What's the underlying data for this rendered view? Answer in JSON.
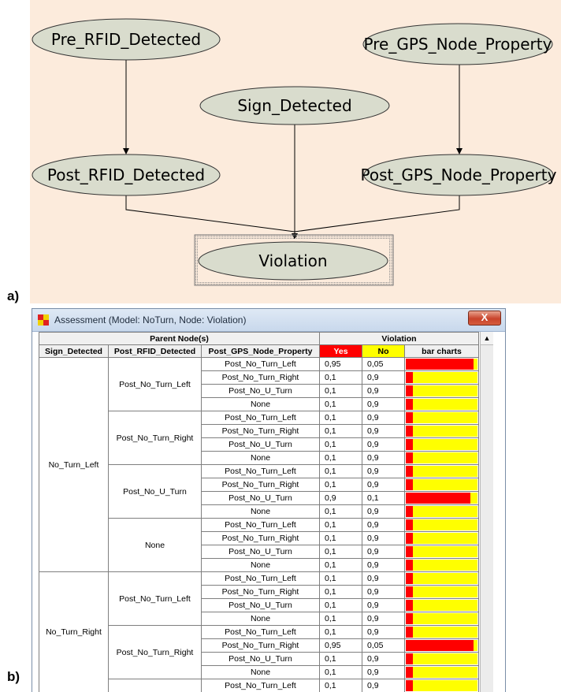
{
  "labels": {
    "panel_a": "a)",
    "panel_b": "b)"
  },
  "diagram": {
    "nodes": {
      "pre_rfid": "Pre_RFID_Detected",
      "pre_gps": "Pre_GPS_Node_Property",
      "sign": "Sign_Detected",
      "post_rfid": "Post_RFID_Detected",
      "post_gps": "Post_GPS_Node_Property",
      "violation": "Violation"
    },
    "colors": {
      "background": "#fcebdc",
      "node_fill": "#d9dccd",
      "selection": "#9a9a9a"
    }
  },
  "window": {
    "title": "Assessment (Model: NoTurn,  Node: Violation)",
    "close_glyph": "X",
    "scroll_up_glyph": "▲",
    "header": {
      "parent_nodes": "Parent Node(s)",
      "violation": "Violation",
      "col_sign": "Sign_Detected",
      "col_rfid": "Post_RFID_Detected",
      "col_gps": "Post_GPS_Node_Property",
      "yes": "Yes",
      "no": "No",
      "bar_charts": "bar charts"
    },
    "sign_groups": [
      {
        "sign": "No_Turn_Left",
        "rfid_groups": [
          {
            "rfid": "Post_No_Turn_Left",
            "rows": [
              {
                "gps": "Post_No_Turn_Left",
                "yes": "0,95",
                "no": "0,05"
              },
              {
                "gps": "Post_No_Turn_Right",
                "yes": "0,1",
                "no": "0,9"
              },
              {
                "gps": "Post_No_U_Turn",
                "yes": "0,1",
                "no": "0,9"
              },
              {
                "gps": "None",
                "yes": "0,1",
                "no": "0,9"
              }
            ]
          },
          {
            "rfid": "Post_No_Turn_Right",
            "rows": [
              {
                "gps": "Post_No_Turn_Left",
                "yes": "0,1",
                "no": "0,9"
              },
              {
                "gps": "Post_No_Turn_Right",
                "yes": "0,1",
                "no": "0,9"
              },
              {
                "gps": "Post_No_U_Turn",
                "yes": "0,1",
                "no": "0,9"
              },
              {
                "gps": "None",
                "yes": "0,1",
                "no": "0,9"
              }
            ]
          },
          {
            "rfid": "Post_No_U_Turn",
            "rows": [
              {
                "gps": "Post_No_Turn_Left",
                "yes": "0,1",
                "no": "0,9"
              },
              {
                "gps": "Post_No_Turn_Right",
                "yes": "0,1",
                "no": "0,9"
              },
              {
                "gps": "Post_No_U_Turn",
                "yes": "0,9",
                "no": "0,1"
              },
              {
                "gps": "None",
                "yes": "0,1",
                "no": "0,9"
              }
            ]
          },
          {
            "rfid": "None",
            "rows": [
              {
                "gps": "Post_No_Turn_Left",
                "yes": "0,1",
                "no": "0,9"
              },
              {
                "gps": "Post_No_Turn_Right",
                "yes": "0,1",
                "no": "0,9"
              },
              {
                "gps": "Post_No_U_Turn",
                "yes": "0,1",
                "no": "0,9"
              },
              {
                "gps": "None",
                "yes": "0,1",
                "no": "0,9"
              }
            ]
          }
        ]
      },
      {
        "sign": "No_Turn_Right",
        "rfid_groups": [
          {
            "rfid": "Post_No_Turn_Left",
            "rows": [
              {
                "gps": "Post_No_Turn_Left",
                "yes": "0,1",
                "no": "0,9"
              },
              {
                "gps": "Post_No_Turn_Right",
                "yes": "0,1",
                "no": "0,9"
              },
              {
                "gps": "Post_No_U_Turn",
                "yes": "0,1",
                "no": "0,9"
              },
              {
                "gps": "None",
                "yes": "0,1",
                "no": "0,9"
              }
            ]
          },
          {
            "rfid": "Post_No_Turn_Right",
            "rows": [
              {
                "gps": "Post_No_Turn_Left",
                "yes": "0,1",
                "no": "0,9"
              },
              {
                "gps": "Post_No_Turn_Right",
                "yes": "0,95",
                "no": "0,05"
              },
              {
                "gps": "Post_No_U_Turn",
                "yes": "0,1",
                "no": "0,9"
              },
              {
                "gps": "None",
                "yes": "0,1",
                "no": "0,9"
              }
            ]
          },
          {
            "rfid": "",
            "rows": [
              {
                "gps": "Post_No_Turn_Left",
                "yes": "0,1",
                "no": "0,9"
              }
            ]
          }
        ]
      }
    ]
  }
}
